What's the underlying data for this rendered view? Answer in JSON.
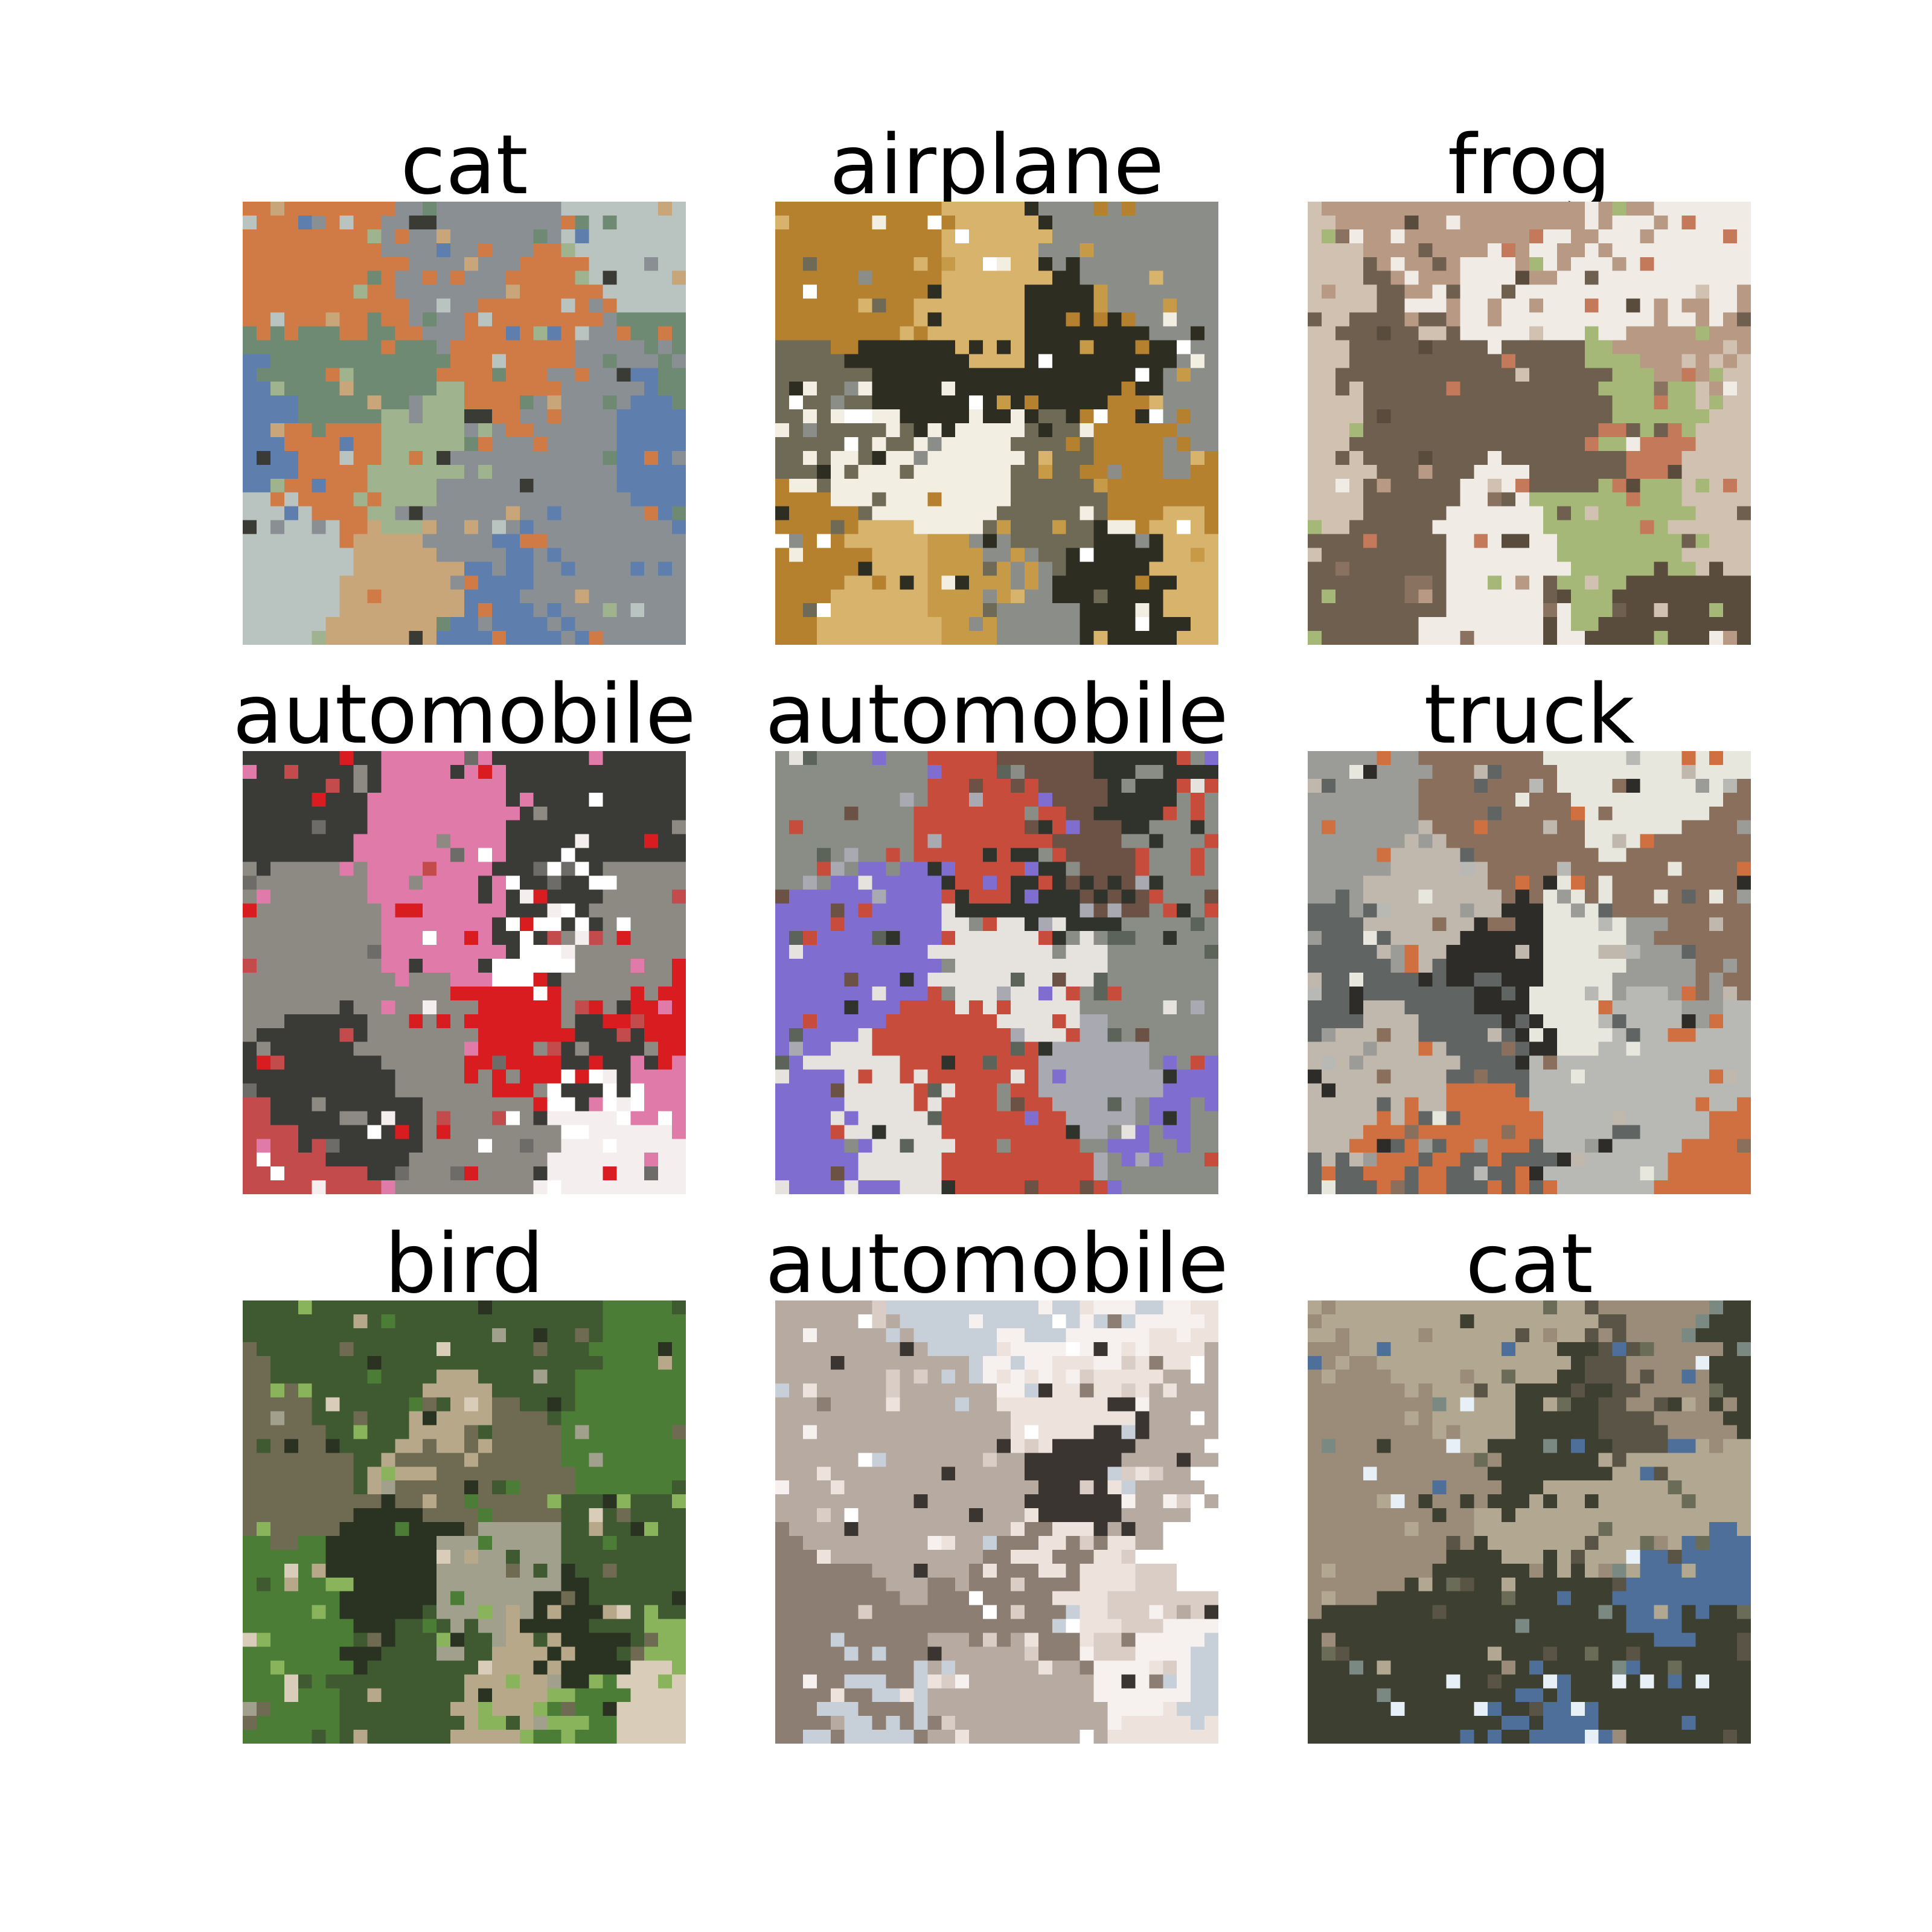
{
  "grid": {
    "panels": [
      {
        "label": "cat",
        "palette": [
          "#6f8a72",
          "#c9a57a",
          "#8a8f93",
          "#d07a46",
          "#5e7fae",
          "#b9c3bf",
          "#3b3b36",
          "#9fb38f"
        ]
      },
      {
        "label": "airplane",
        "palette": [
          "#ffffff",
          "#f2eee2",
          "#c79a48",
          "#b5812f",
          "#8b8e88",
          "#2e2d22",
          "#d8b36c",
          "#6e6a55"
        ]
      },
      {
        "label": "frog",
        "palette": [
          "#b89a84",
          "#8a7260",
          "#6e5f4f",
          "#a5b878",
          "#d0c1b0",
          "#f1ebe6",
          "#5a4c3c",
          "#c47a5a"
        ]
      },
      {
        "label": "automobile",
        "palette": [
          "#ffffff",
          "#f4eeee",
          "#6d6c68",
          "#d81c20",
          "#e07aa8",
          "#3a3a36",
          "#8d8a84",
          "#c44b4b"
        ]
      },
      {
        "label": "automobile",
        "palette": [
          "#5c6358",
          "#2f332c",
          "#8a8d86",
          "#c84c3c",
          "#7f6ed0",
          "#a9a9b1",
          "#e6e3df",
          "#6b5244"
        ]
      },
      {
        "label": "truck",
        "palette": [
          "#9b9c98",
          "#2d2c28",
          "#e7e7de",
          "#c0b8ad",
          "#8a6f5c",
          "#b8b9b5",
          "#d07040",
          "#606462"
        ]
      },
      {
        "label": "bird",
        "palette": [
          "#6f6b52",
          "#3f5a31",
          "#8ab45b",
          "#a1a08d",
          "#2a3222",
          "#b7a889",
          "#4c7d36",
          "#d9cdb9"
        ]
      },
      {
        "label": "automobile",
        "palette": [
          "#ede3dc",
          "#f6f0ee",
          "#d9cdc6",
          "#ffffff",
          "#3a3530",
          "#b6aaa1",
          "#8c7e72",
          "#c7d0d8"
        ]
      },
      {
        "label": "cat",
        "palette": [
          "#6a6c58",
          "#9a8c79",
          "#3d3f31",
          "#b2a891",
          "#7a8a83",
          "#e6f0f6",
          "#4d6f9a",
          "#5a5446"
        ]
      }
    ]
  }
}
